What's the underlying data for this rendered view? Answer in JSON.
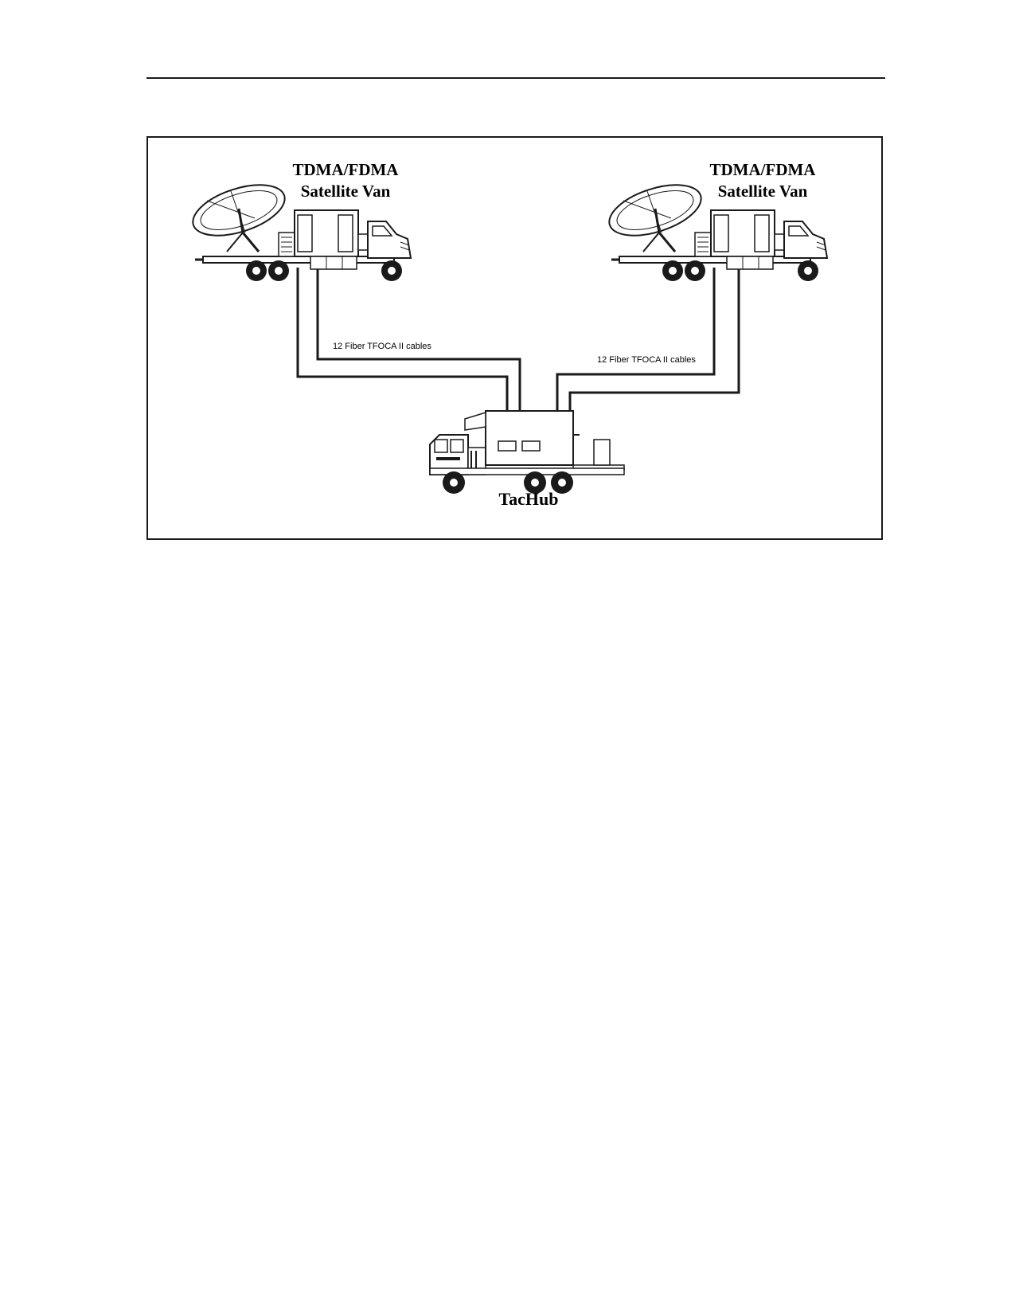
{
  "figure": {
    "left_van": {
      "line1": "TDMA/FDMA",
      "line2": "Satellite Van"
    },
    "right_van": {
      "line1": "TDMA/FDMA",
      "line2": "Satellite Van"
    },
    "left_cable": "12 Fiber TFOCA II cables",
    "right_cable": "12 Fiber TFOCA II cables",
    "hub": "TacHub"
  },
  "colors": {
    "line": "#1a1a1a",
    "background": "#ffffff"
  },
  "icons": [
    "satellite-dish-icon",
    "truck-icon",
    "tachub-truck-icon"
  ]
}
